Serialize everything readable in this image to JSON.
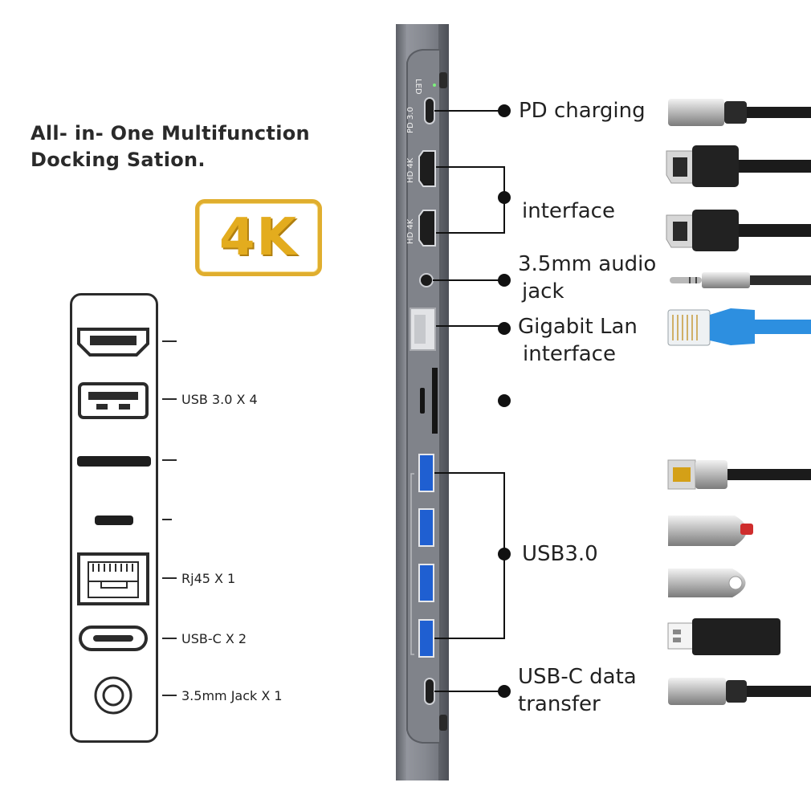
{
  "heading": {
    "line1": "All- in- One Multifunction",
    "line2": "Docking Sation."
  },
  "badge": {
    "text": "4K",
    "color": "#e3ac1e"
  },
  "port_panel": {
    "labels": [
      {
        "key": "hdmi",
        "text": ""
      },
      {
        "key": "usb",
        "text": "USB 3.0 X 4"
      },
      {
        "key": "card-slot",
        "text": ""
      },
      {
        "key": "micro-slot",
        "text": ""
      },
      {
        "key": "rj45",
        "text": "Rj45 X 1"
      },
      {
        "key": "usb-c",
        "text": "USB-C X 2"
      },
      {
        "key": "jack",
        "text": "3.5mm Jack X 1"
      }
    ]
  },
  "dock_printed": {
    "led": "LED",
    "pd": "PD 3.0",
    "hd1": "HD 4K",
    "hd2": "HD 4K"
  },
  "callouts": {
    "pd": "PD charging",
    "hdmi": "interface",
    "audio_l1": "3.5mm audio",
    "audio_l2": "jack",
    "lan_l1": "Gigabit Lan",
    "lan_l2": "interface",
    "card": "",
    "usb3": "USB3.0",
    "usbc_l1": "USB-C data",
    "usbc_l2": "transfer"
  },
  "colors": {
    "dock_body": "#7c7f86",
    "usb_blue": "#1f5fd1",
    "cable_black": "#1b1b1b",
    "lan_blue": "#2d8fe0",
    "badge_border": "#e0ae2e"
  }
}
